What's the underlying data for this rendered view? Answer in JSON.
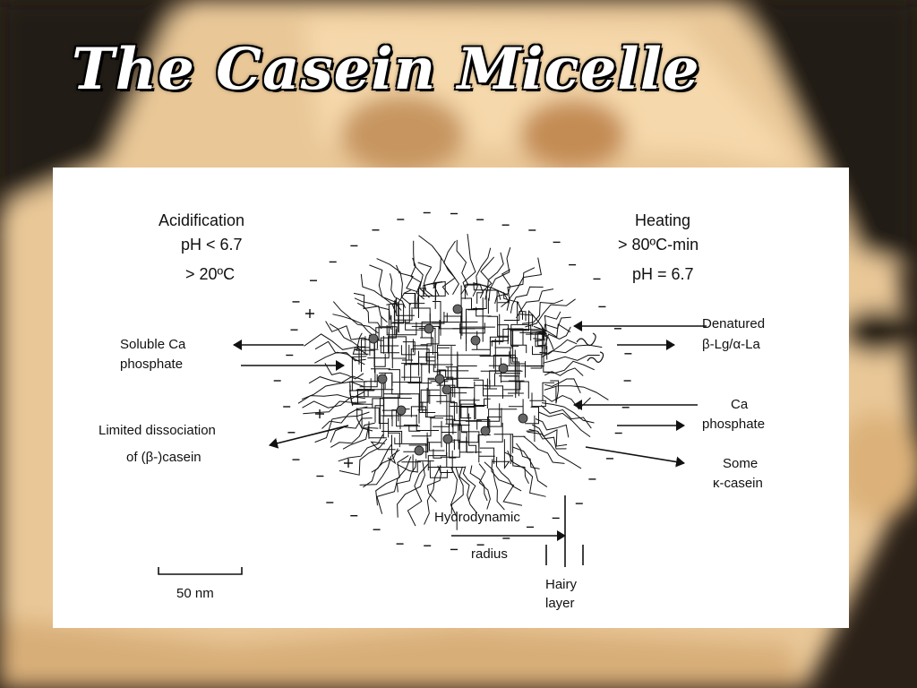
{
  "slide": {
    "title": "The Casein Micelle",
    "background": "cheese-photo"
  },
  "colors": {
    "title_text": "#ffffff",
    "title_outline": "#000000",
    "panel_bg": "#ffffff",
    "diagram_ink": "#111111",
    "submicelle_fill": "#666666"
  },
  "diagram": {
    "acidification": {
      "title": "Acidification",
      "ph": "pH < 6.7",
      "temp": "> 20ºC"
    },
    "heating": {
      "title": "Heating",
      "temp": "> 80ºC-min",
      "ph": "pH = 6.7"
    },
    "left": {
      "soluble_ca_line1": "Soluble Ca",
      "soluble_ca_line2": "phosphate",
      "limited_line1": "Limited dissociation",
      "limited_line2": "of (β-)casein"
    },
    "right": {
      "denatured_line1": "Denatured",
      "denatured_line2": "β-Lg/α-La",
      "ca_phosphate_line1": "Ca",
      "ca_phosphate_line2": "phosphate",
      "some_casein_line1": "Some",
      "some_casein_line2": "κ-casein"
    },
    "bottom": {
      "hydrodynamic": "Hydrodynamic",
      "radius": "radius",
      "hairy_line1": "Hairy",
      "hairy_line2": "layer",
      "scale_label": "50 nm"
    }
  }
}
